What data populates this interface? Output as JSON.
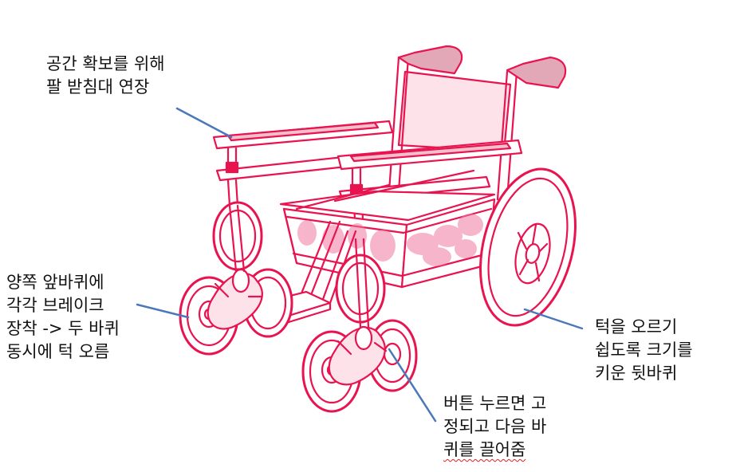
{
  "labels": {
    "armrest": [
      "공간 확보를 위해",
      "팔 받침대 연장"
    ],
    "front_wheels": [
      "양쪽 앞바퀴에",
      "각각 브레이크",
      "장착 -> 두 바퀴",
      "동시에 턱 오름"
    ],
    "rear_wheel": [
      "턱을 오르기",
      "쉽도록 크기를",
      "키운 뒷바퀴"
    ],
    "button": [
      "버튼 누르면 고",
      "정되고 다음 바",
      "퀴를 끌어줌"
    ]
  },
  "colors": {
    "outline": "#e8134f",
    "fill_light": "#fde2ea",
    "fill_pink": "#f9c9d6",
    "shade": "#f07aa0",
    "grip": "#e3a8b8",
    "armpad": "#f2bfcc",
    "pointer": "#4a78b8",
    "text": "#111111"
  }
}
